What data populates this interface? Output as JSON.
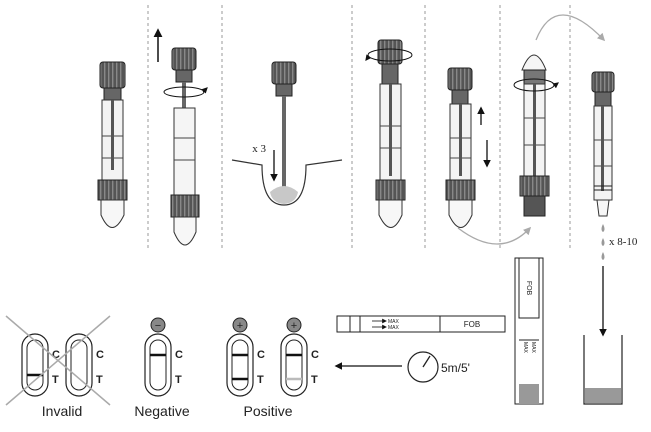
{
  "step3": {
    "repeat_label": "x 3"
  },
  "step7": {
    "drops_label": "x 8-10"
  },
  "strip": {
    "brand": "FOB",
    "max_1": "MAX",
    "max_2": "MAX"
  },
  "vertical_strip": {
    "brand": "FOB",
    "max_1": "MAX",
    "max_2": "MAX"
  },
  "timer": {
    "label": "5m/5'"
  },
  "results": {
    "invalid": {
      "label": "Invalid",
      "c": "C",
      "t": "T"
    },
    "negative": {
      "label": "Negative",
      "sign": "−",
      "c": "C",
      "t": "T"
    },
    "positive": {
      "label": "Positive",
      "sign": "+",
      "c": "C",
      "t": "T"
    }
  },
  "colors": {
    "cap": "#555555",
    "tube": "#f2f2f2",
    "sample": "#c8c8c8",
    "line": "#111111",
    "dashed": "#999999"
  }
}
